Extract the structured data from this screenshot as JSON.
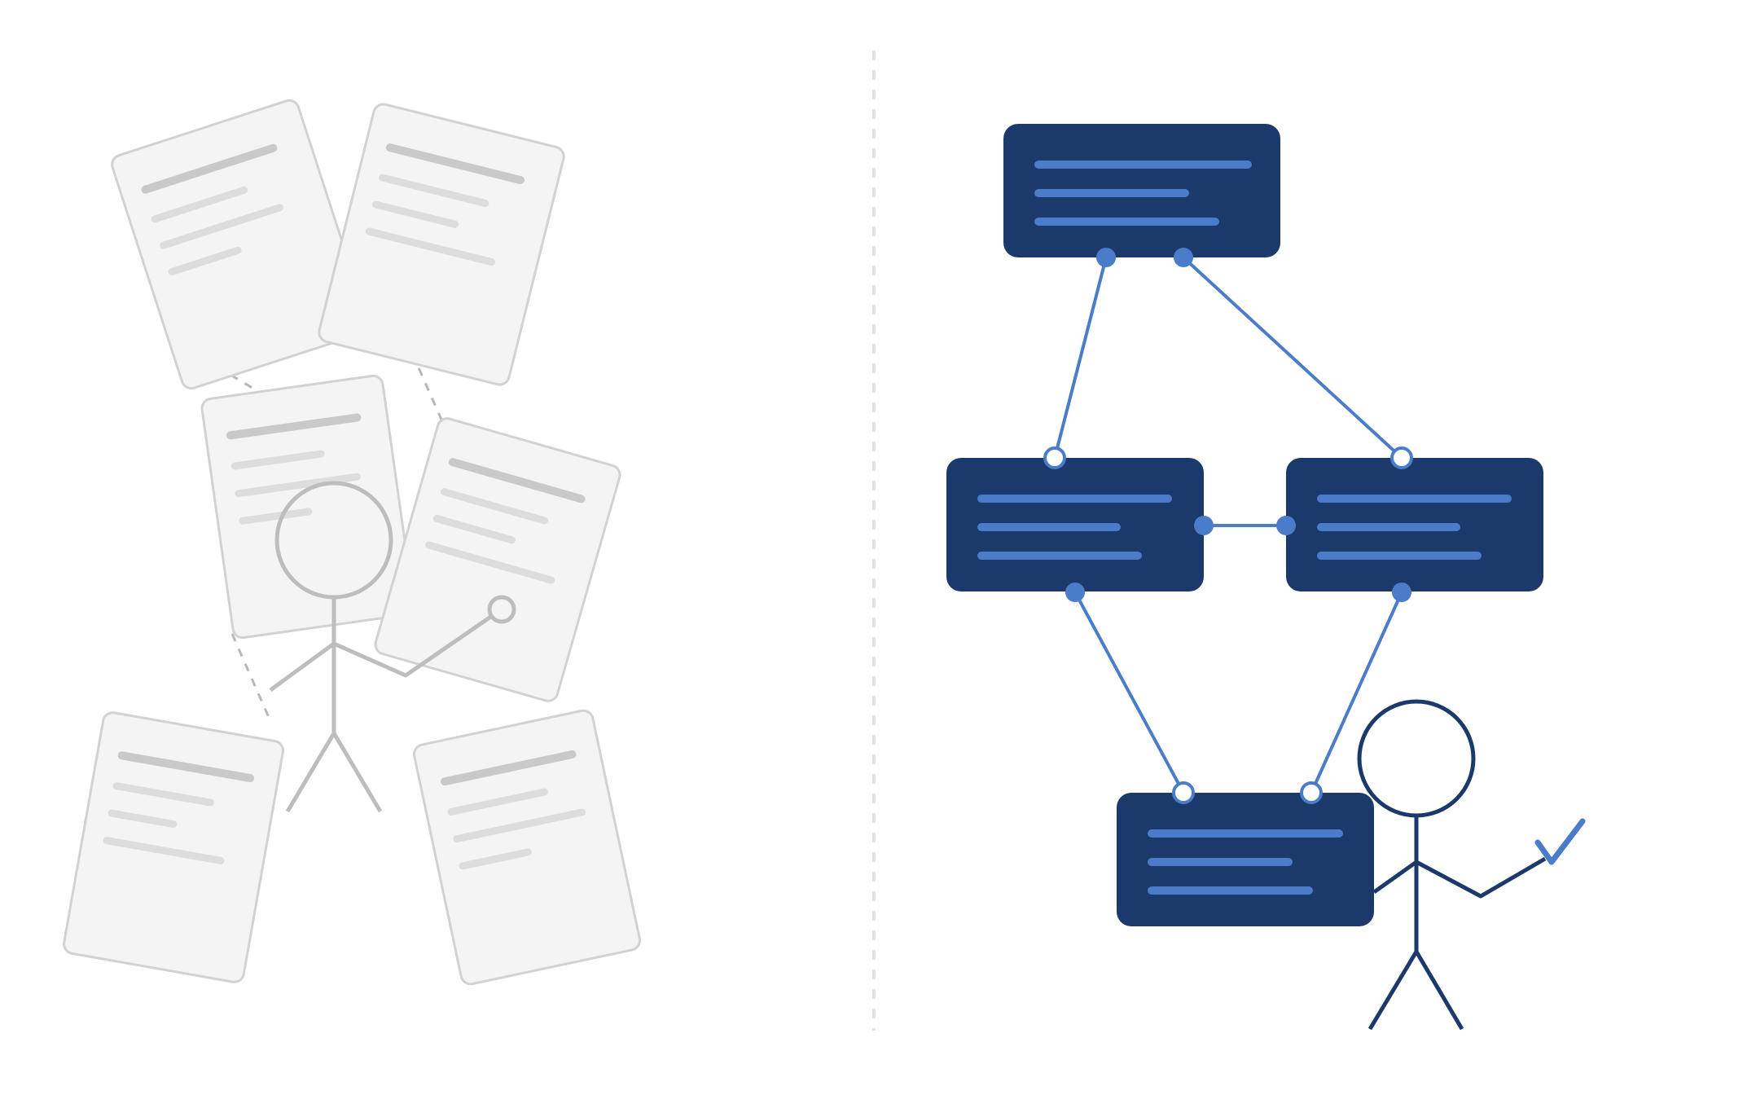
{
  "palette": {
    "background": "#ffffff",
    "doc_fill": "#f4f4f4",
    "doc_stroke": "#d2d2d2",
    "doc_title_line": "#c9c9c9",
    "doc_body_line": "#dddddd",
    "gray_figure": "#bdbdbd",
    "dashed_gray": "#b8b8b8",
    "divider": "#e2e2e2",
    "node_fill": "#1b3a6b",
    "node_line": "#4a7cc9",
    "edge": "#4a7cc9",
    "port_fill": "#4a7cc9",
    "port_hollow_fill": "#ffffff",
    "figure_navy": "#1b3a6b",
    "check": "#4a7cc9"
  },
  "left_panel": {
    "label": "",
    "documents": [
      {
        "id": "doc-1",
        "title_lines": 1,
        "body_lines": 3
      },
      {
        "id": "doc-2",
        "title_lines": 1,
        "body_lines": 3
      },
      {
        "id": "doc-3",
        "title_lines": 1,
        "body_lines": 3
      },
      {
        "id": "doc-4",
        "title_lines": 1,
        "body_lines": 3
      },
      {
        "id": "doc-5",
        "title_lines": 1,
        "body_lines": 3
      },
      {
        "id": "doc-6",
        "title_lines": 1,
        "body_lines": 3
      }
    ],
    "figure_icon": "stick-figure-magnifier-icon"
  },
  "right_panel": {
    "label": "",
    "nodes": [
      {
        "id": "node-top"
      },
      {
        "id": "node-left"
      },
      {
        "id": "node-right"
      },
      {
        "id": "node-bottom"
      }
    ],
    "edges": [
      {
        "from": "node-top",
        "to": "node-left"
      },
      {
        "from": "node-top",
        "to": "node-right"
      },
      {
        "from": "node-left",
        "to": "node-right"
      },
      {
        "from": "node-left",
        "to": "node-bottom"
      },
      {
        "from": "node-right",
        "to": "node-bottom"
      }
    ],
    "figure_icon": "stick-figure-check-icon"
  }
}
